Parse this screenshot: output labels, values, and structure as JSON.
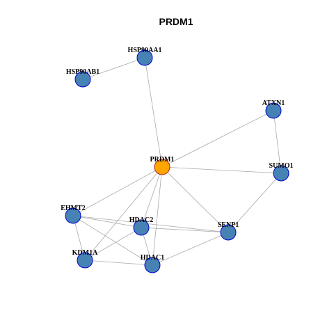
{
  "graph": {
    "title": "PRDM1",
    "colors": {
      "background": "#ffffff",
      "edge": "#a9a9a9",
      "node_fill": "#4682b4",
      "node_stroke": "#0000cd",
      "query_fill": "#ffa500",
      "query_stroke": "#b22222",
      "label": "#000000",
      "title": "#000000"
    },
    "nodes": [
      {
        "id": "PRDM1",
        "label": "PRDM1",
        "query": true
      },
      {
        "id": "HSP90AA1",
        "label": "HSP90AA1",
        "query": false
      },
      {
        "id": "HSP90AB1",
        "label": "HSP90AB1",
        "query": false
      },
      {
        "id": "ATXN1",
        "label": "ATXN1",
        "query": false
      },
      {
        "id": "SUMO1",
        "label": "SUMO1",
        "query": false
      },
      {
        "id": "EHMT2",
        "label": "EHMT2",
        "query": false
      },
      {
        "id": "HDAC2",
        "label": "HDAC2",
        "query": false
      },
      {
        "id": "SENP1",
        "label": "SENP1",
        "query": false
      },
      {
        "id": "KDM1A",
        "label": "KDM1A",
        "query": false
      },
      {
        "id": "HDAC1",
        "label": "HDAC1",
        "query": false
      }
    ],
    "edges": [
      [
        "HSP90AA1",
        "HSP90AB1"
      ],
      [
        "HSP90AA1",
        "PRDM1"
      ],
      [
        "ATXN1",
        "PRDM1"
      ],
      [
        "ATXN1",
        "SUMO1"
      ],
      [
        "PRDM1",
        "SUMO1"
      ],
      [
        "PRDM1",
        "EHMT2"
      ],
      [
        "PRDM1",
        "HDAC2"
      ],
      [
        "PRDM1",
        "KDM1A"
      ],
      [
        "PRDM1",
        "HDAC1"
      ],
      [
        "PRDM1",
        "SENP1"
      ],
      [
        "SUMO1",
        "SENP1"
      ],
      [
        "EHMT2",
        "HDAC2"
      ],
      [
        "EHMT2",
        "SENP1"
      ],
      [
        "EHMT2",
        "KDM1A"
      ],
      [
        "EHMT2",
        "HDAC1"
      ],
      [
        "HDAC2",
        "SENP1"
      ],
      [
        "HDAC2",
        "KDM1A"
      ],
      [
        "HDAC2",
        "HDAC1"
      ],
      [
        "KDM1A",
        "HDAC1"
      ],
      [
        "SENP1",
        "HDAC1"
      ]
    ]
  }
}
